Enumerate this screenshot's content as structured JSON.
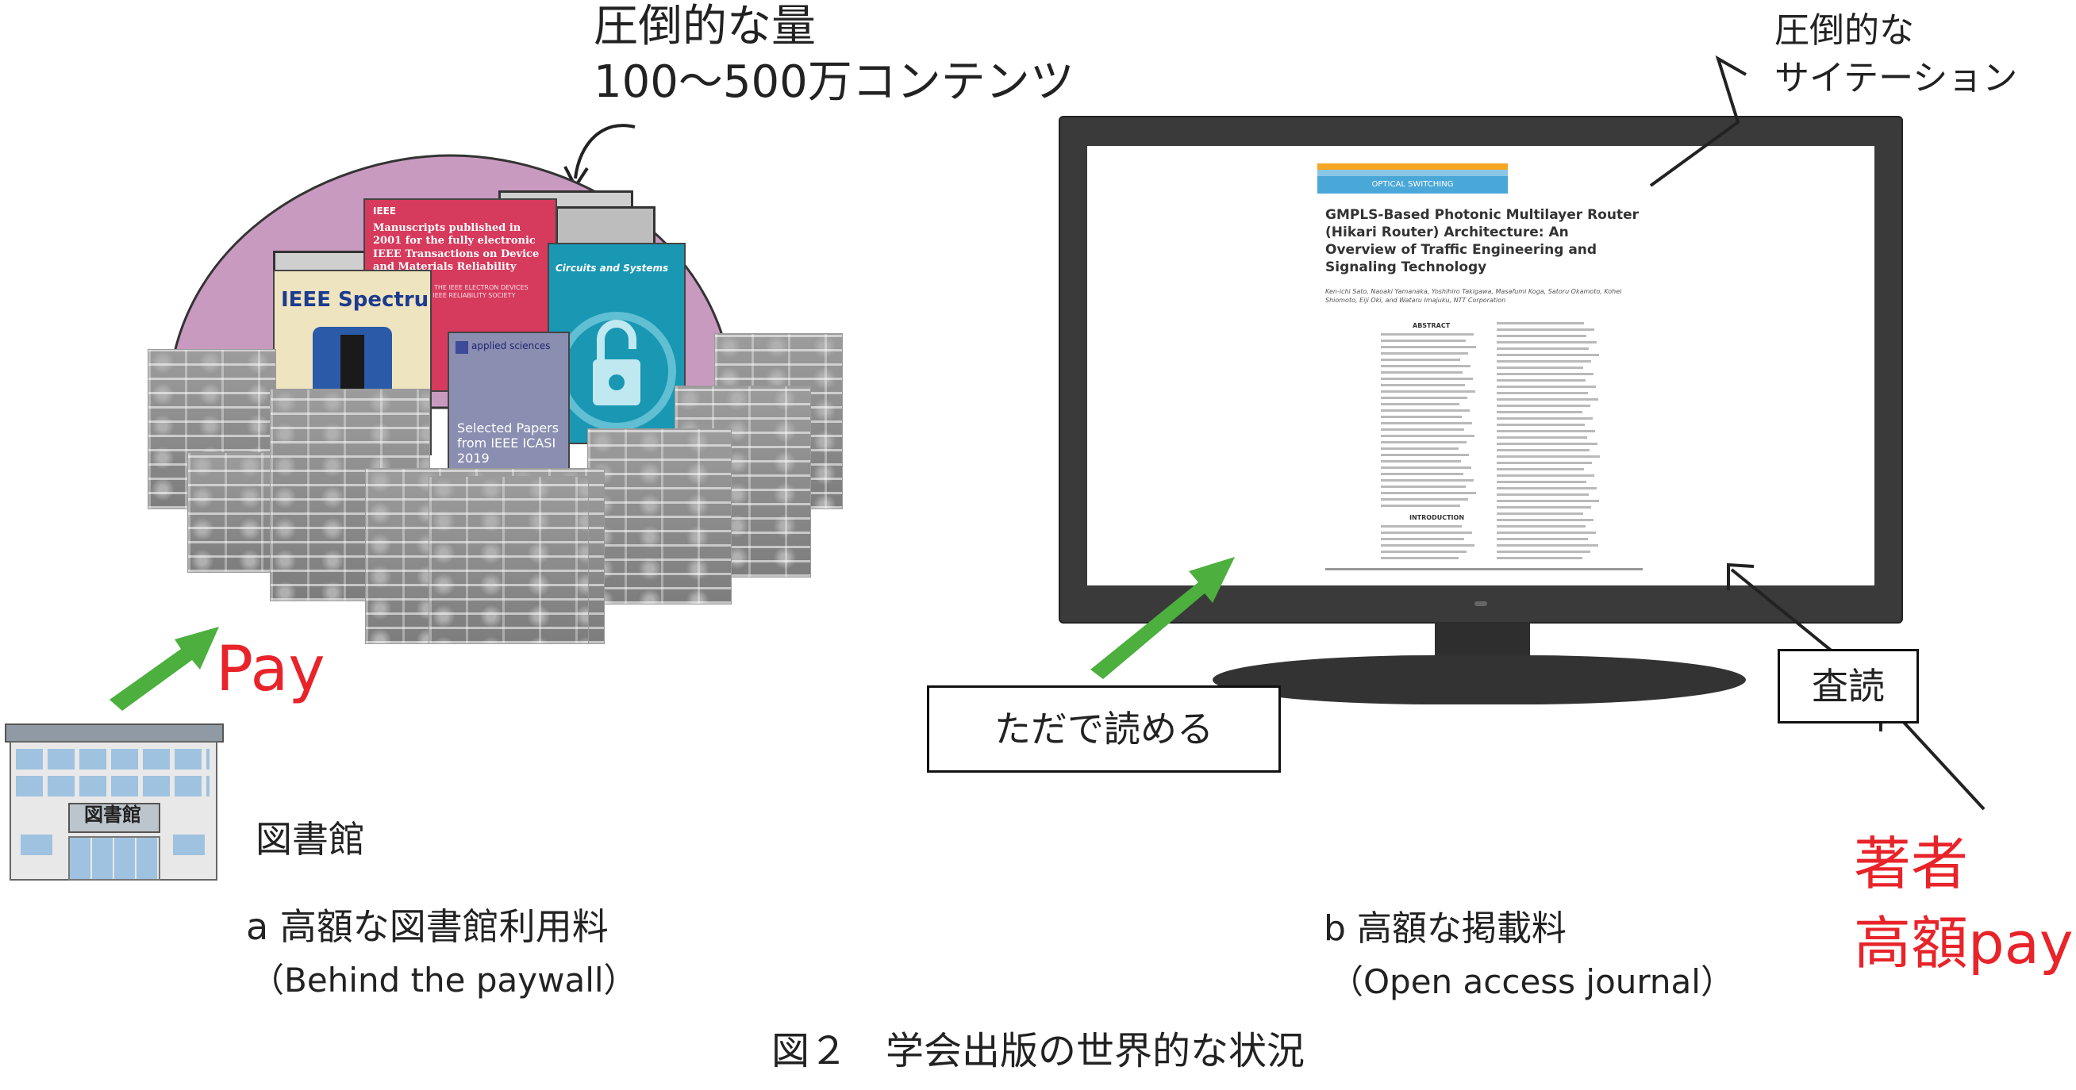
{
  "left": {
    "headline_line1": "圧倒的な量",
    "headline_line2": "100〜500万コンテンツ",
    "covers": {
      "ieee_reliability_brand": "IEEE",
      "ieee_reliability_title": "Manuscripts published in 2001 for the fully electronic IEEE Transactions on Device and Materials Reliability",
      "ieee_reliability_sub": "A PUBLICATION OF THE IEEE ELECTRON DEVICES SOCIETY AND THE IEEE RELIABILITY SOCIETY",
      "spectrum_title": "IEEE Spectrum",
      "circuits_title": "Circuits and Systems",
      "applied_title": "applied sciences",
      "applied_body": "Selected Papers from IEEE ICASI 2019"
    },
    "pay_label": "Pay",
    "library_sign": "図書館",
    "library_label": "図書館",
    "caption_main": "a 高額な図書館利用料",
    "caption_sub": "（Behind the paywall）"
  },
  "right": {
    "citation_line1": "圧倒的な",
    "citation_line2": "サイテーション",
    "article": {
      "section": "OPTICAL SWITCHING",
      "title": "GMPLS-Based Photonic Multilayer Router (Hikari Router) Architecture: An Overview of Traffic Engineering and Signaling Technology",
      "authors": "Ken-ichi Sato, Naoaki Yamanaka, Yoshihiro Takigawa, Masafumi Koga, Satoru Okamoto, Kohei Shiomoto, Eiji Oki, and Wataru Imajuku, NTT Corporation",
      "abstract_heading": "ABSTRACT",
      "intro_heading": "INTRODUCTION"
    },
    "free_read_label": "ただで読める",
    "peer_review_label": "査読",
    "author_line1": "著者",
    "author_line2": "高額pay",
    "caption_main": "b 高額な掲載料",
    "caption_sub": "（Open access journal）"
  },
  "figure_caption": "図２　学会出版の世界的な状況",
  "colors": {
    "dome": "#c99ac0",
    "arrow_green": "#4caf3e",
    "accent_red": "#e8242a",
    "monitor": "#3a3a3a"
  }
}
